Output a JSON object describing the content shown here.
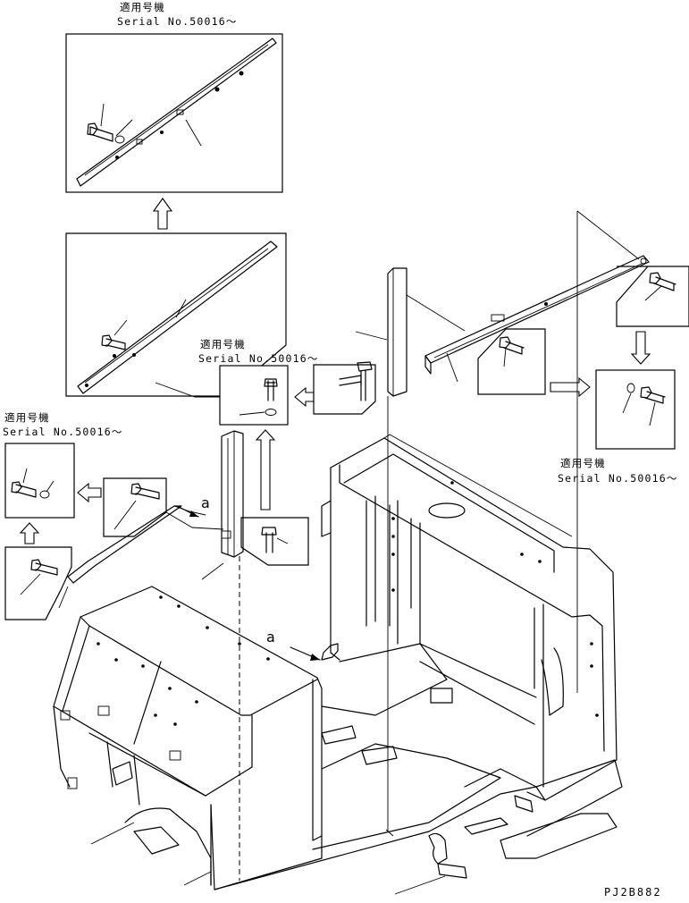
{
  "applicability_notes": [
    {
      "title": "適用号機",
      "serial": "Serial No.50016～"
    },
    {
      "title": "適用号機",
      "serial": "Serial No.50016～"
    },
    {
      "title": "適用号機",
      "serial": "Serial No.50016～"
    },
    {
      "title": "適用号機",
      "serial": "Serial No.50016～"
    }
  ],
  "view_markers": {
    "arrow_a_upper": "a",
    "arrow_a_lower": "a"
  },
  "drawing_code": "PJ2B882"
}
